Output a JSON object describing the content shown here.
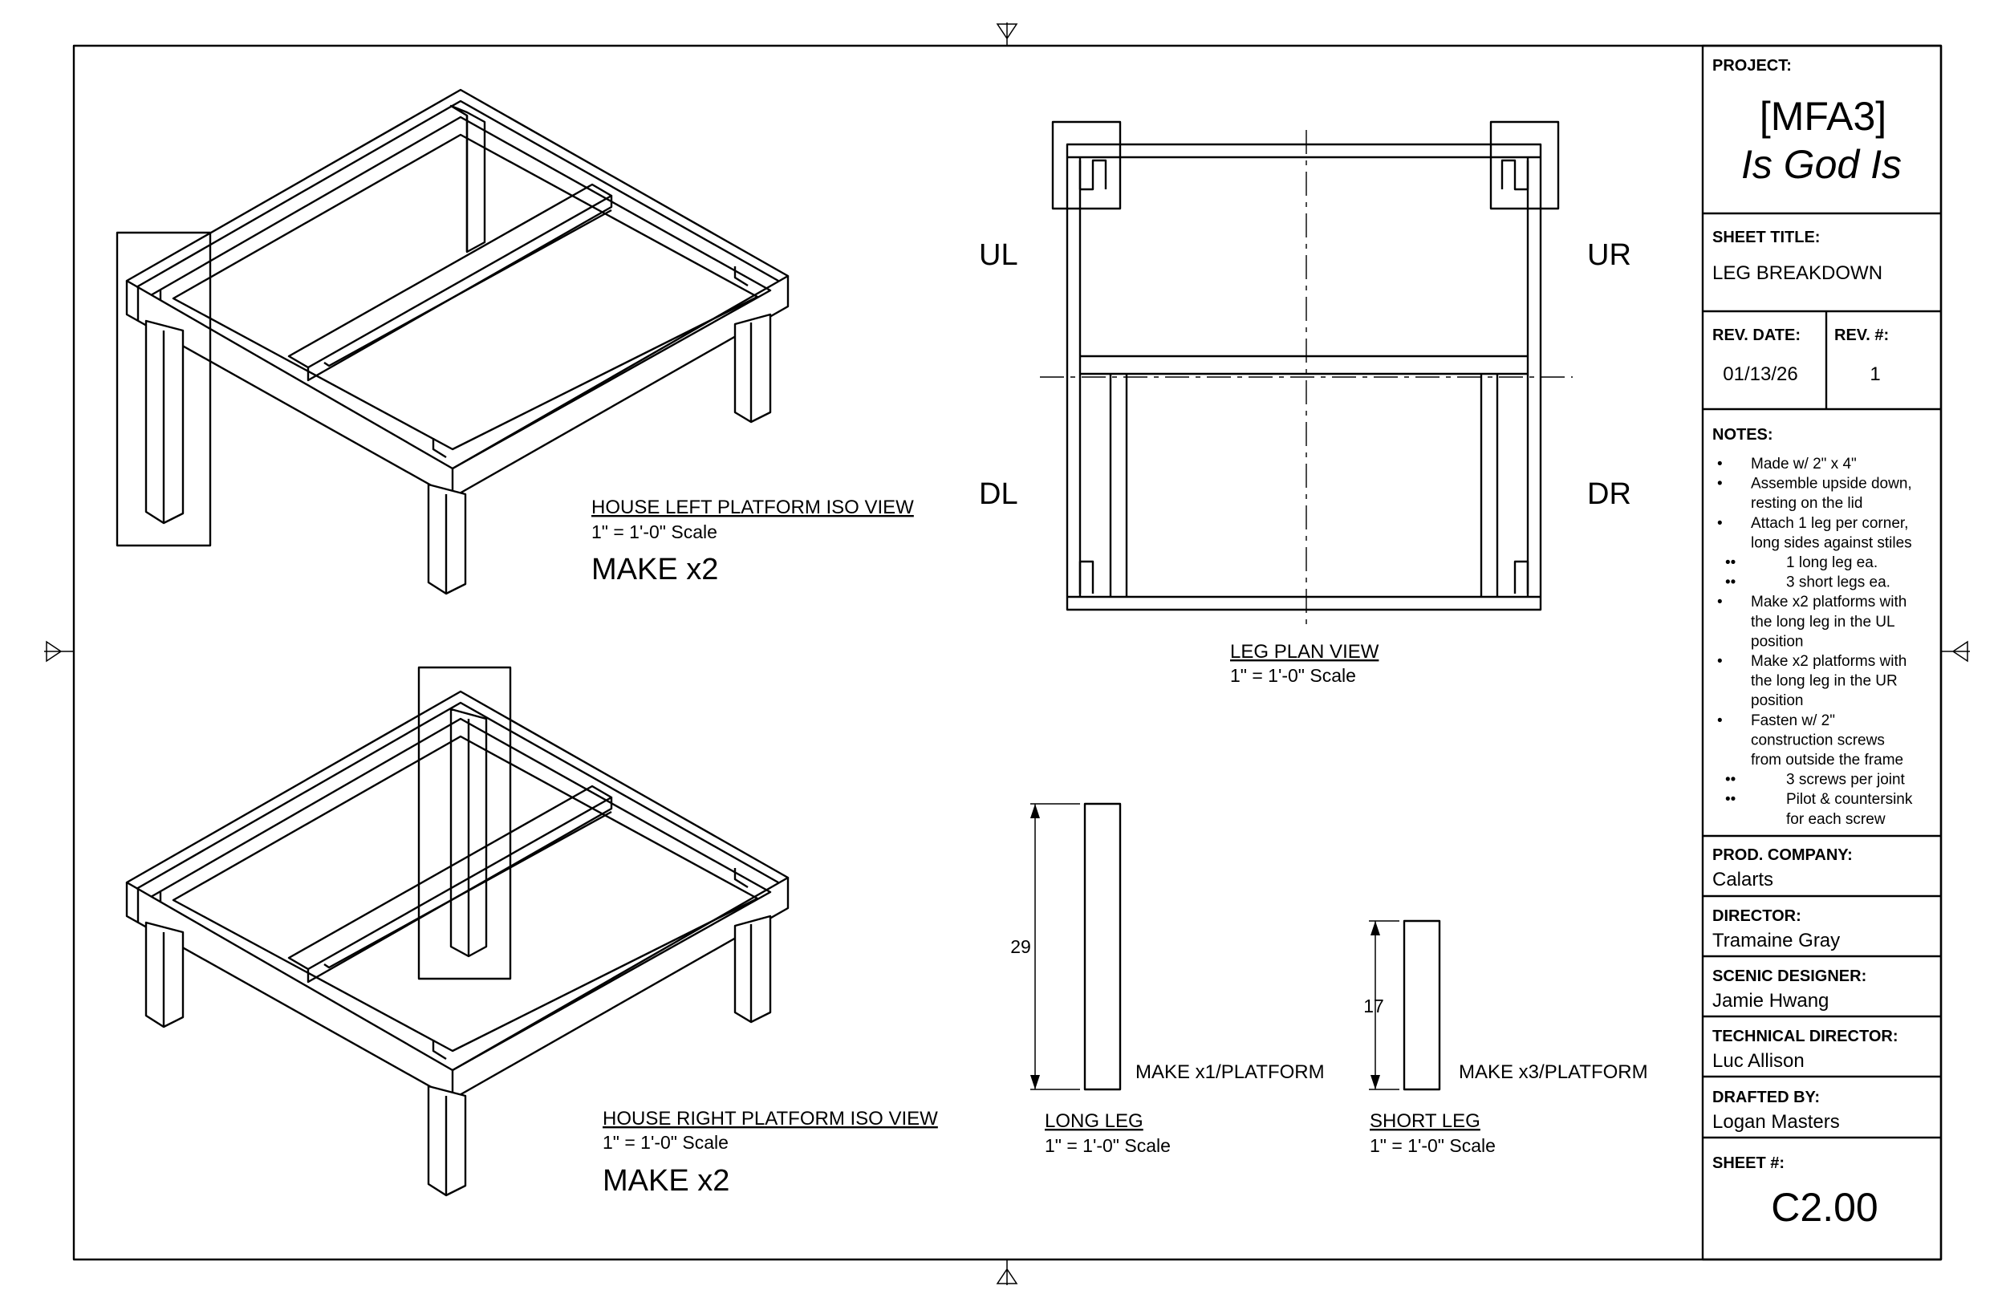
{
  "title_block": {
    "project_label": "PROJECT:",
    "project_code": "[MFA3]",
    "project_name": "Is God Is",
    "sheet_title_label": "SHEET TITLE:",
    "sheet_title": "LEG BREAKDOWN",
    "rev_date_label": "REV. DATE:",
    "rev_date": "01/13/26",
    "rev_num_label": "REV. #:",
    "rev_num": "1",
    "notes_label": "NOTES:",
    "notes": [
      {
        "bullet": "•",
        "lines": [
          "Made w/ 2\" x 4\""
        ]
      },
      {
        "bullet": "•",
        "lines": [
          "Assemble upside down,",
          "resting on the lid"
        ]
      },
      {
        "bullet": "•",
        "lines": [
          "Attach 1 leg per corner,",
          "long sides against stiles"
        ]
      },
      {
        "bullet": "••",
        "lines": [
          "1 long leg ea."
        ],
        "sub": true
      },
      {
        "bullet": "••",
        "lines": [
          "3 short legs ea."
        ],
        "sub": true
      },
      {
        "bullet": "•",
        "lines": [
          "Make x2 platforms with",
          "the long leg in the UL",
          "position"
        ]
      },
      {
        "bullet": "•",
        "lines": [
          "Make x2 platforms with",
          "the long leg in the UR",
          "position"
        ]
      },
      {
        "bullet": "•",
        "lines": [
          "Fasten w/ 2\"",
          "construction screws",
          "from outside the frame"
        ]
      },
      {
        "bullet": "••",
        "lines": [
          "3 screws per joint"
        ],
        "sub": true
      },
      {
        "bullet": "••",
        "lines": [
          "Pilot & countersink",
          "for each screw"
        ],
        "sub": true
      }
    ],
    "prod_company_label": "PROD. COMPANY:",
    "prod_company": "Calarts",
    "director_label": "DIRECTOR:",
    "director": "Tramaine Gray",
    "scenic_designer_label": "SCENIC DESIGNER:",
    "scenic_designer": "Jamie Hwang",
    "technical_director_label": "TECHNICAL DIRECTOR:",
    "technical_director": "Luc Allison",
    "drafted_by_label": "DRAFTED BY:",
    "drafted_by": "Logan Masters",
    "sheet_num_label": "SHEET #:",
    "sheet_num": "C2.00"
  },
  "views": {
    "iso_left": {
      "title": "HOUSE LEFT PLATFORM ISO VIEW",
      "scale": "1\" = 1'-0\" Scale",
      "qty": "MAKE x2"
    },
    "iso_right": {
      "title": "HOUSE RIGHT PLATFORM ISO VIEW",
      "scale": "1\" = 1'-0\" Scale",
      "qty": "MAKE x2"
    },
    "plan": {
      "title": "LEG PLAN VIEW",
      "scale": "1\" = 1'-0\" Scale",
      "corner_ul": "UL",
      "corner_ur": "UR",
      "corner_dl": "DL",
      "corner_dr": "DR"
    },
    "long_leg": {
      "title": "LONG LEG",
      "scale": "1\" = 1'-0\" Scale",
      "qty": "MAKE x1/PLATFORM",
      "dimension": "29"
    },
    "short_leg": {
      "title": "SHORT LEG",
      "scale": "1\" = 1'-0\" Scale",
      "qty": "MAKE x3/PLATFORM",
      "dimension": "17"
    }
  }
}
